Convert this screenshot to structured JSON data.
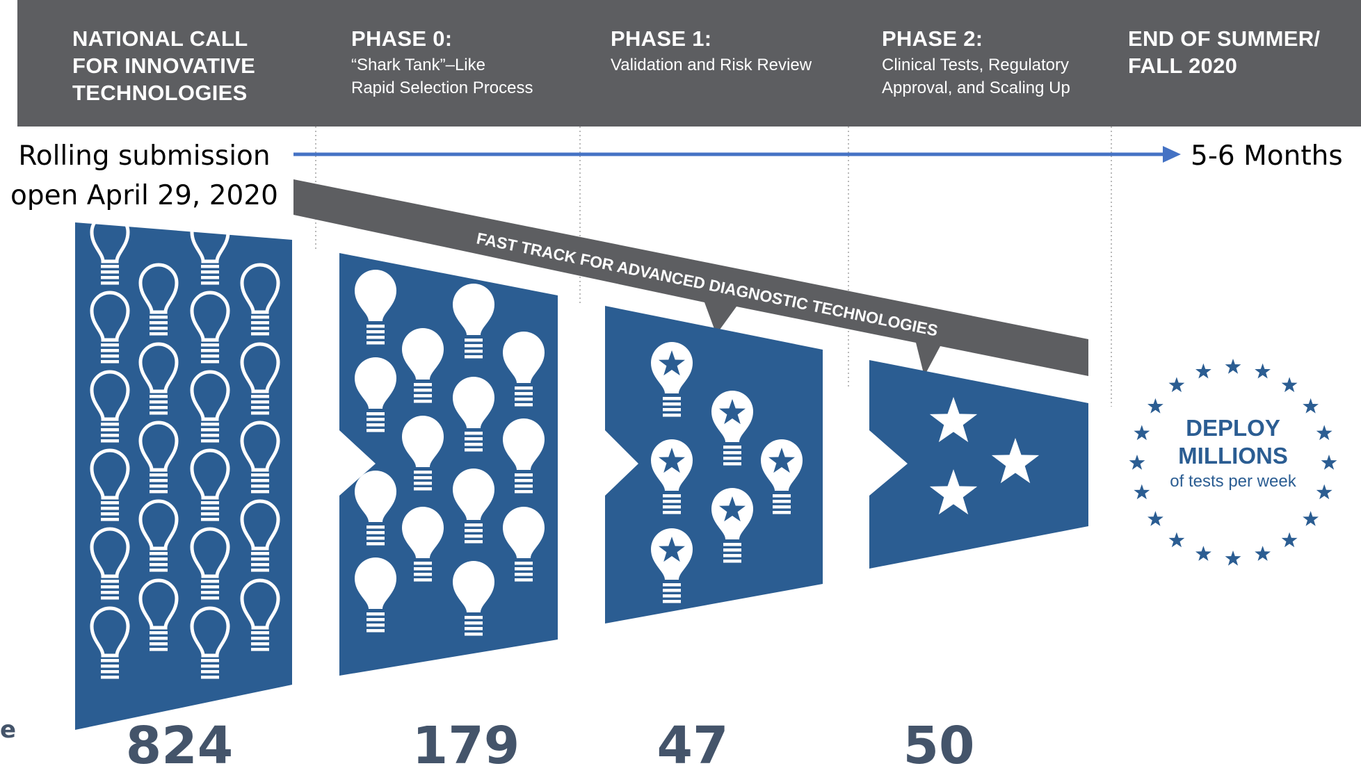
{
  "phases": [
    {
      "title": "NATIONAL CALL\nFOR INNOVATIVE\nTECHNOLOGIES",
      "subtitle": ""
    },
    {
      "title": "PHASE 0:",
      "subtitle": "“Shark Tank”–Like\nRapid Selection Process"
    },
    {
      "title": "PHASE 1:",
      "subtitle": "Validation and Risk Review"
    },
    {
      "title": "PHASE 2:",
      "subtitle": "Clinical Tests, Regulatory\nApproval, and Scaling Up"
    },
    {
      "title": "END OF SUMMER/\nFALL 2020",
      "subtitle": ""
    }
  ],
  "timeline": {
    "start_label": "Rolling submission\nopen April 29, 2020",
    "end_label": "5-6 Months"
  },
  "fast_track_label": "FAST TRACK FOR ADVANCED DIAGNOSTIC TECHNOLOGIES",
  "counts": [
    "824",
    "179",
    "47",
    "50"
  ],
  "edge_letter": "e",
  "deploy": {
    "line1": "DEPLOY",
    "line2": "MILLIONS",
    "line3": "of tests per week"
  },
  "colors": {
    "header": "#5d5e61",
    "panel": "#2b5d92",
    "arrow": "#4472c4",
    "count": "#44546a"
  },
  "icons": {
    "bulb": "lightbulb-icon",
    "star_bulb": "lightbulb-star-icon",
    "star": "star-icon"
  }
}
